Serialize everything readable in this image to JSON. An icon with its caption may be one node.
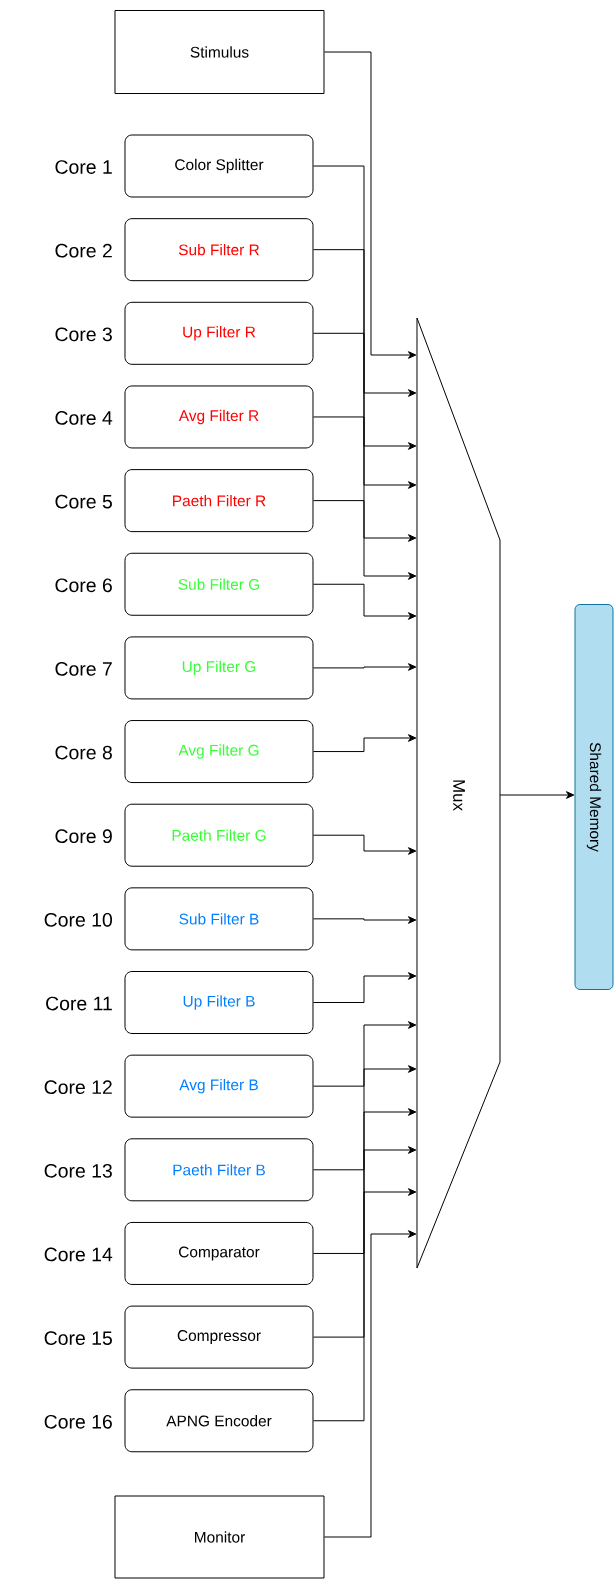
{
  "diagram": {
    "nodes": [
      {
        "text": [
          "Stimulus"
        ]
      },
      {
        "text": [
          "Color Splitter"
        ],
        "beside": [
          "Core 1"
        ]
      },
      {
        "text": [
          "Sub Filter R"
        ],
        "beside": [
          "Core 2"
        ]
      },
      {
        "text": [
          "Up Filter R"
        ],
        "beside": [
          "Core 3"
        ]
      },
      {
        "text": [
          "Avg Filter R"
        ],
        "beside": [
          "Core 4"
        ]
      },
      {
        "text": [
          "Paeth Filter R"
        ],
        "beside": [
          "Core 5"
        ]
      },
      {
        "text": [
          "Sub Filter G"
        ],
        "beside": [
          "Core 6"
        ]
      },
      {
        "text": [
          "Up Filter G"
        ],
        "beside": [
          "Core 7"
        ]
      },
      {
        "text": [
          "Avg Filter G"
        ],
        "beside": [
          "Core 8"
        ]
      },
      {
        "text": [
          "Paeth Filter G"
        ],
        "beside": [
          "Core 9"
        ]
      },
      {
        "text": [
          "Sub Filter B"
        ],
        "beside": [
          "Core 10"
        ]
      },
      {
        "text": [
          "Up Filter B"
        ],
        "beside": [
          "Core 11"
        ]
      },
      {
        "text": [
          "Avg Filter B"
        ],
        "beside": [
          "Core 12"
        ]
      },
      {
        "text": [
          "Paeth Filter B"
        ],
        "beside": [
          "Core 13"
        ]
      },
      {
        "text": [
          "Comparator"
        ],
        "beside": [
          "Core 14"
        ]
      },
      {
        "text": [
          "Compressor"
        ],
        "beside": [
          "Core 15"
        ]
      },
      {
        "text": [
          "APNG Encoder"
        ],
        "beside": [
          "Core 16"
        ]
      },
      {
        "text": [
          "Monitor"
        ]
      },
      {
        "text": [
          "Mux"
        ]
      },
      {
        "text": [
          "Shared Memory"
        ]
      }
    ],
    "edges": [
      {
        "from": 0,
        "to": 18,
        "arrow": "to"
      },
      {
        "from": 1,
        "to": 18,
        "arrow": "to"
      },
      {
        "from": 2,
        "to": 18,
        "arrow": "to"
      },
      {
        "from": 3,
        "to": 18,
        "arrow": "to"
      },
      {
        "from": 4,
        "to": 18,
        "arrow": "to"
      },
      {
        "from": 5,
        "to": 18,
        "arrow": "to"
      },
      {
        "from": 6,
        "to": 18,
        "arrow": "to"
      },
      {
        "from": 7,
        "to": 18,
        "arrow": "to"
      },
      {
        "from": 8,
        "to": 18,
        "arrow": "to"
      },
      {
        "from": 9,
        "to": 18,
        "arrow": "to"
      },
      {
        "from": 10,
        "to": 18,
        "arrow": "to"
      },
      {
        "from": 11,
        "to": 18,
        "arrow": "to"
      },
      {
        "from": 12,
        "to": 18,
        "arrow": "to"
      },
      {
        "from": 13,
        "to": 18,
        "arrow": "to"
      },
      {
        "from": 14,
        "to": 18,
        "arrow": "to"
      },
      {
        "from": 15,
        "to": 18,
        "arrow": "to"
      },
      {
        "from": 16,
        "to": 18,
        "arrow": "to"
      },
      {
        "from": 17,
        "to": 18,
        "arrow": "to"
      },
      {
        "from": 18,
        "to": 19,
        "arrow": "to"
      }
    ]
  }
}
